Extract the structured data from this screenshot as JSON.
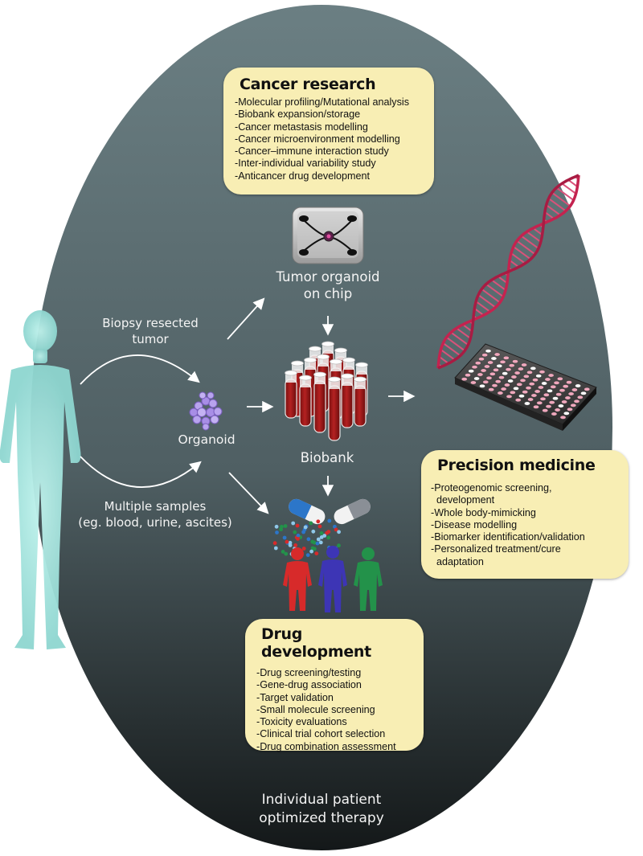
{
  "colors": {
    "ellipse_top": "#6b7f83",
    "ellipse_bottom": "#151a1c",
    "box_fill": "#f8eeb4",
    "human": "#8ed6d0",
    "dna": "#c4234f",
    "tube_red": "#9e1b1b",
    "organoid": "#9b7fd6",
    "person_red": "#d72a2a",
    "person_blue": "#3d35b5",
    "person_green": "#23924a"
  },
  "cancer_research": {
    "title": "Cancer research",
    "items": [
      "-Molecular profiling/Mutational analysis",
      "-Biobank expansion/storage",
      "-Cancer metastasis modelling",
      "-Cancer microenvironment modelling",
      "-Cancer–immune interaction study",
      "-Inter-individual variability study",
      "-Anticancer drug development"
    ]
  },
  "precision_medicine": {
    "title": "Precision medicine",
    "items": [
      "-Proteogenomic screening,",
      "  development",
      "-Whole body-mimicking",
      "-Disease modelling",
      "-Biomarker identification/validation",
      "-Personalized treatment/cure",
      "  adaptation"
    ]
  },
  "drug_development": {
    "title": "Drug development",
    "items": [
      "-Drug screening/testing",
      "-Gene-drug association",
      "-Target validation",
      "-Small molecule screening",
      "-Toxicity evaluations",
      "-Clinical trial cohort selection",
      "-Drug combination assessment"
    ]
  },
  "labels": {
    "biopsy": [
      "Biopsy resected",
      "tumor"
    ],
    "multiple": [
      "Multiple samples",
      "(eg. blood, urine, ascites)"
    ],
    "organoid": "Organoid",
    "chip": [
      "Tumor organoid",
      "on chip"
    ],
    "biobank": "Biobank",
    "bottom": [
      "Individual patient",
      "optimized therapy"
    ]
  }
}
